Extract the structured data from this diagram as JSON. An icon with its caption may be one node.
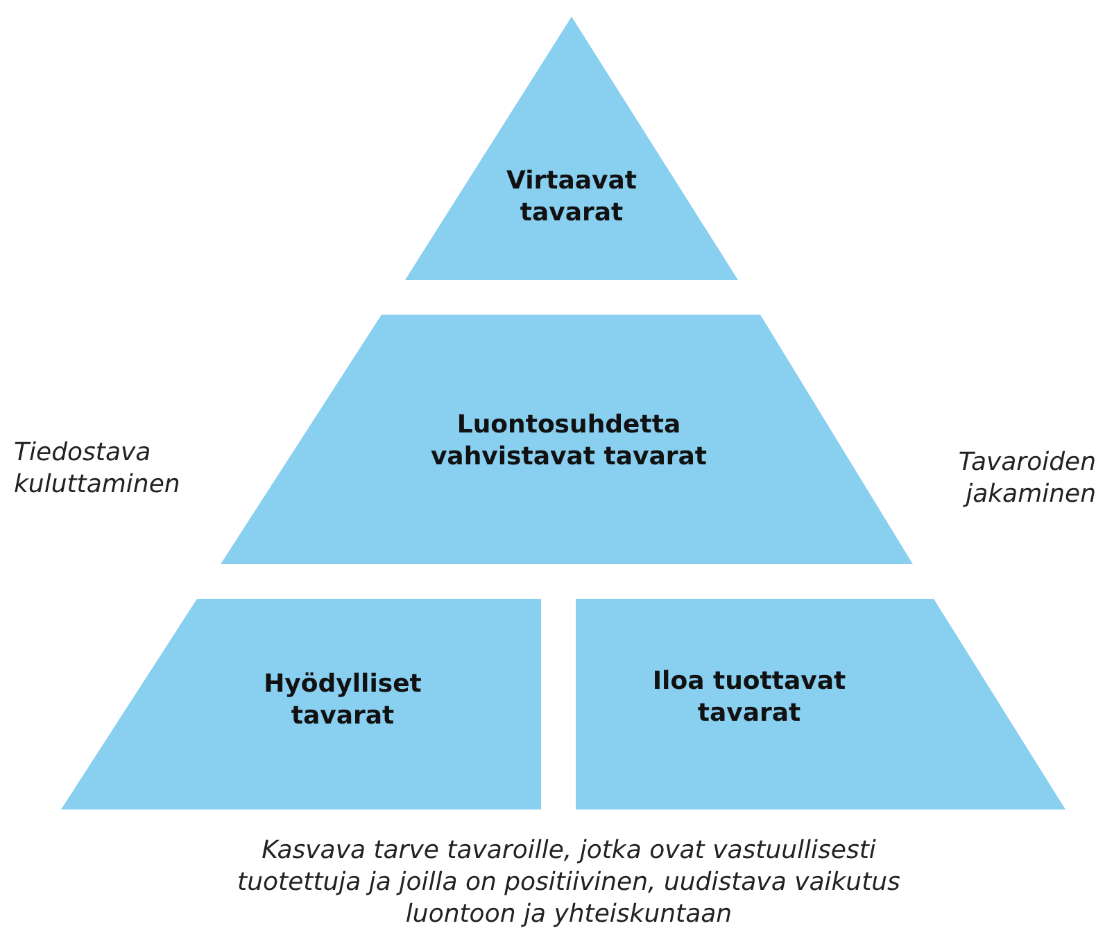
{
  "diagram": {
    "caption": "Kasvava tarve tavaroille, jotka ovat vastuullisesti tuotettuja ja joilla on positiivinen, uudistava vaikutus luontoon ja yhteiskuntaan",
    "nodes": [
      {
        "text": [
          "Virtaavat tavarat"
        ]
      },
      {
        "text": [
          "Luontosuhdetta vahvistavat tavarat"
        ]
      },
      {
        "text": [
          "Hyödylliset tavarat"
        ]
      },
      {
        "text": [
          "Iloa tuottavat tavarat"
        ]
      }
    ],
    "labels": [
      "Tiedostava kuluttaminen",
      "Tavaroiden jakaminen"
    ]
  }
}
